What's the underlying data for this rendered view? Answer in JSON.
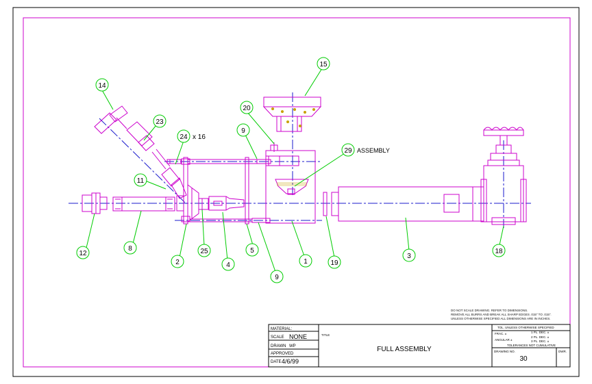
{
  "drawing": {
    "callouts": [
      "1",
      "2",
      "3",
      "4",
      "5",
      "8",
      "9",
      "9",
      "11",
      "12",
      "14",
      "15",
      "18",
      "19",
      "20",
      "23",
      "24",
      "25",
      "29"
    ],
    "annotation_qty": "x 16",
    "annotation_assembly": "ASSEMBLY"
  },
  "titleblock": {
    "material_label": "MATERIAL:",
    "scale_label": "SCALE",
    "scale_value": "NONE",
    "drawn_label": "DRAWN",
    "drawn_value": "WP",
    "approved_label": "APPROVED",
    "date_label": "DATE",
    "date_value": "4/6/99",
    "title_label": "TITLE",
    "title": "FULL ASSEMBLY",
    "tol_header": "TOL. UNLESS OTHERWISE SPECIFIED",
    "tol_frac": "FRAC. ±",
    "tol_angular": "ANGULAR ±",
    "tol_1pl": "1 PL. DEC. ±",
    "tol_2pl": "2 PL. DEC. ±",
    "tol_3pl": "3 PL. DEC. ±",
    "tol_note": "TOLERANCES NOT CUMULATIVE",
    "drawing_no_label": "DRAWING NO.",
    "drawing_no": "30",
    "rev_label": "DWR.",
    "note1": "DO NOT SCALE DRAWING. REFER TO DIMENSIONS.",
    "note2": "REMOVE ALL BURRS AND BREAK ALL SHARP EDGES .015\" TO .015\".",
    "note3": "UNLESS OTHERWISE SPECIFIED ALL DIMENSIONS ARE IN INCHES."
  }
}
